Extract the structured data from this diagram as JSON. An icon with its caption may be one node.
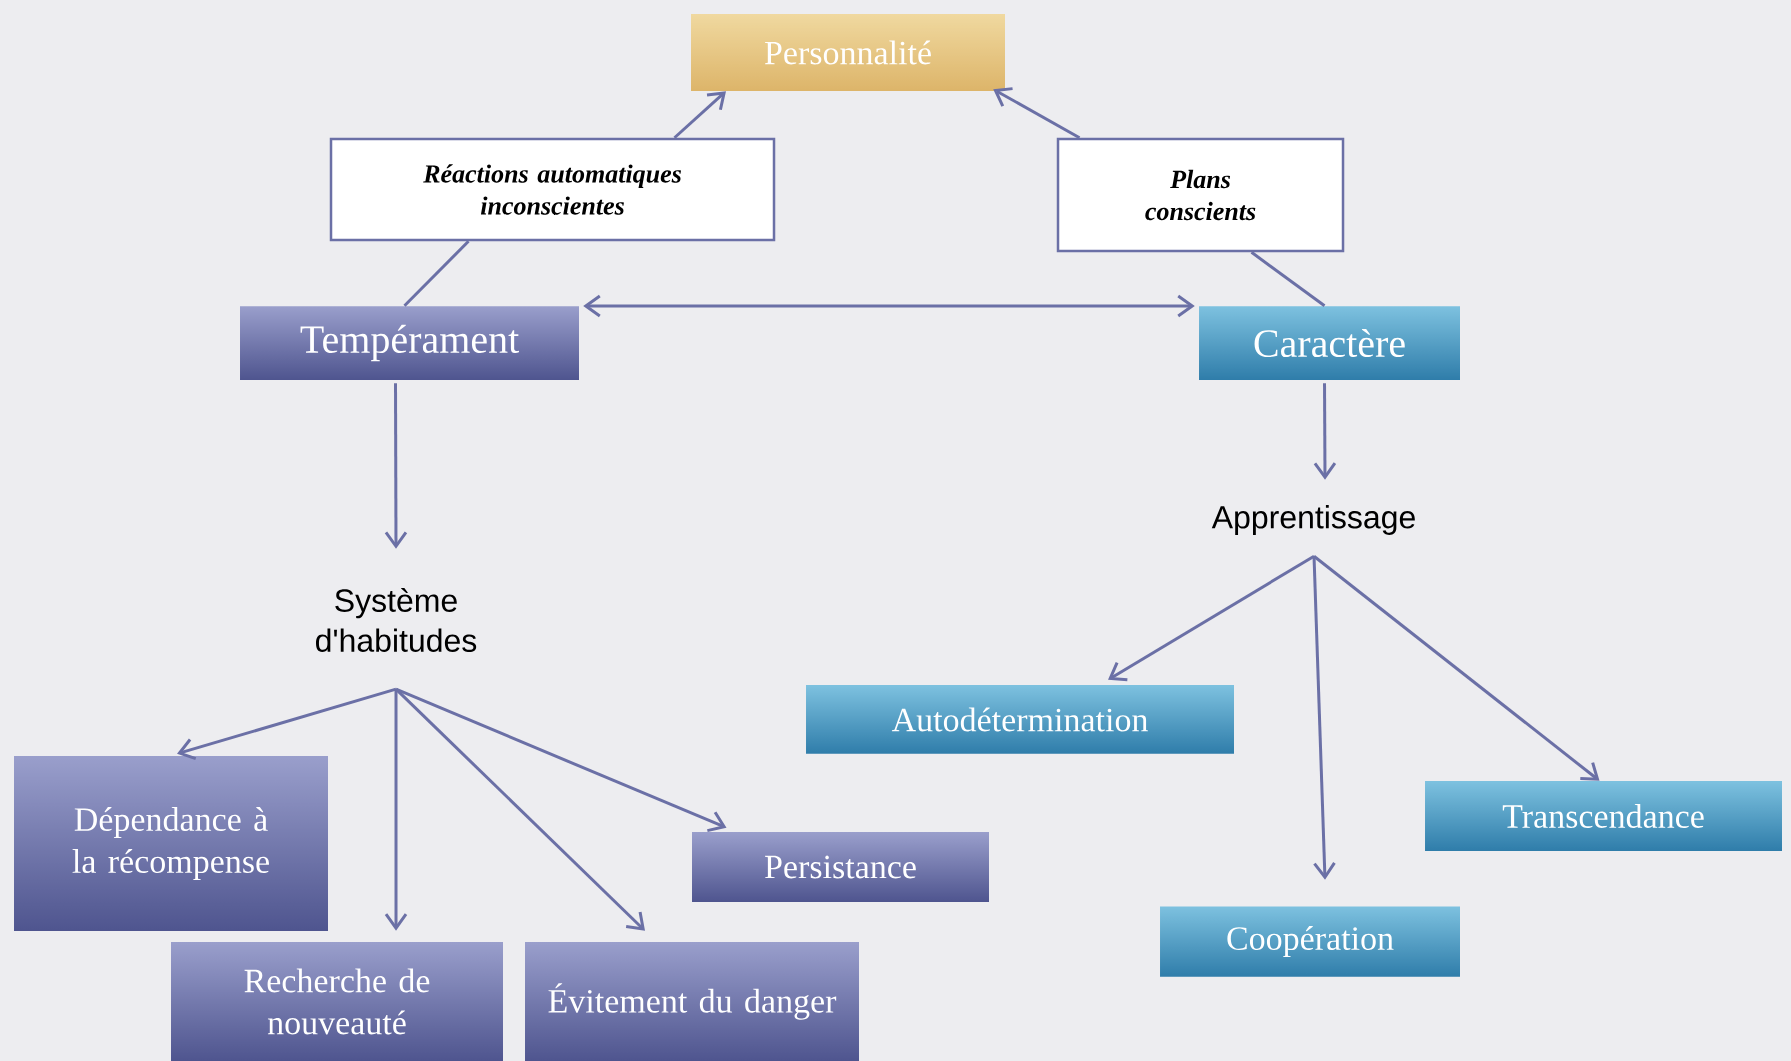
{
  "diagram": {
    "nodes": [
      {
        "text": [
          "Personnalité"
        ]
      },
      {
        "text": [
          "Réactions automatiques inconscientes"
        ]
      },
      {
        "text": [
          "Plans conscients"
        ]
      },
      {
        "text": [
          "Tempérament"
        ]
      },
      {
        "text": [
          "Caractère"
        ]
      },
      {
        "text": [
          "Système d'habitudes"
        ]
      },
      {
        "text": [
          "Apprentissage"
        ]
      },
      {
        "text": [
          "Dépendance à la récompense"
        ]
      },
      {
        "text": [
          "Recherche de nouveauté"
        ]
      },
      {
        "text": [
          "Évitement du danger"
        ]
      },
      {
        "text": [
          "Persistance"
        ]
      },
      {
        "text": [
          "Autodétermination"
        ]
      },
      {
        "text": [
          "Coopération"
        ]
      },
      {
        "text": [
          "Transcendance"
        ]
      }
    ],
    "edges": [
      {
        "from": 3,
        "to": 1,
        "arrow": "none"
      },
      {
        "from": 1,
        "to": 0,
        "arrow": "to"
      },
      {
        "from": 4,
        "to": 2,
        "arrow": "none"
      },
      {
        "from": 2,
        "to": 0,
        "arrow": "to"
      },
      {
        "from": 3,
        "to": 4,
        "arrow": "both"
      },
      {
        "from": 3,
        "to": 5,
        "arrow": "to"
      },
      {
        "from": 4,
        "to": 6,
        "arrow": "to"
      },
      {
        "from": 5,
        "to": 7,
        "arrow": "to"
      },
      {
        "from": 5,
        "to": 8,
        "arrow": "to"
      },
      {
        "from": 5,
        "to": 9,
        "arrow": "to"
      },
      {
        "from": 5,
        "to": 10,
        "arrow": "to"
      },
      {
        "from": 6,
        "to": 11,
        "arrow": "to"
      },
      {
        "from": 6,
        "to": 12,
        "arrow": "to"
      },
      {
        "from": 6,
        "to": 13,
        "arrow": "to"
      }
    ]
  }
}
